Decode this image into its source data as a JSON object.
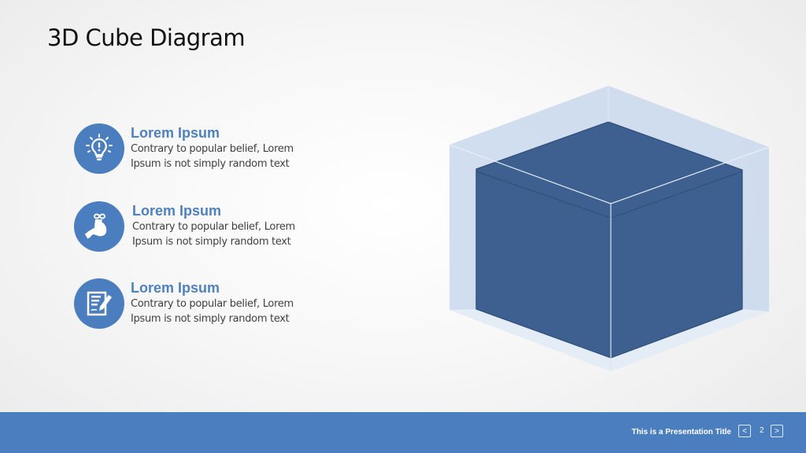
{
  "slide": {
    "title": "3D Cube Diagram",
    "items": [
      {
        "icon": "lightbulb-icon",
        "heading": "Lorem Ipsum",
        "line1": "Contrary to popular belief, Lorem",
        "line2": "Ipsum is not simply random text"
      },
      {
        "icon": "money-bag-hand-icon",
        "heading": "Lorem Ipsum",
        "line1": "Contrary to popular belief, Lorem",
        "line2": "Ipsum is not simply random text"
      },
      {
        "icon": "document-pen-icon",
        "heading": "Lorem Ipsum",
        "line1": "Contrary to popular belief, Lorem",
        "line2": "Ipsum is not simply random text"
      }
    ]
  },
  "footer": {
    "presentation_title": "This is a Presentation Title",
    "prev_label": "<",
    "page_number": "2",
    "next_label": ">"
  },
  "colors": {
    "accent": "#4a7ebe",
    "heading": "#4f81bd",
    "cube_inner": "#3d6090",
    "cube_outer": "#c9d8ec"
  }
}
